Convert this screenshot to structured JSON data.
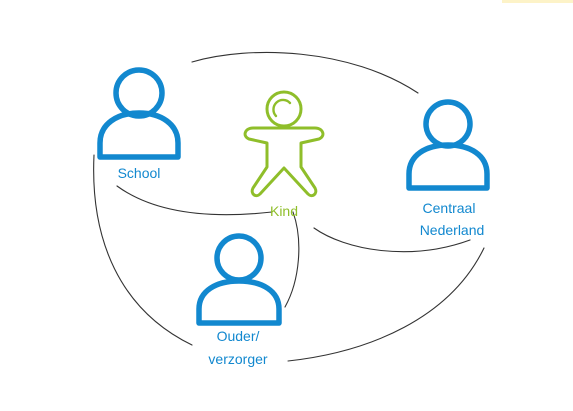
{
  "colors": {
    "person_blue": "#1288cf",
    "child_green": "#8fbe2a",
    "connector": "#333333",
    "corner_accent": "#fdf3c8"
  },
  "nodes": {
    "school": {
      "label": "School",
      "icon": "person-icon"
    },
    "kind": {
      "label": "Kind",
      "icon": "child-icon"
    },
    "centraal": {
      "label_line1": "Centraal",
      "label_line2": "Nederland",
      "icon": "person-icon"
    },
    "ouder": {
      "label_line1": "Ouder/",
      "label_line2": "verzorger",
      "icon": "person-icon"
    }
  }
}
